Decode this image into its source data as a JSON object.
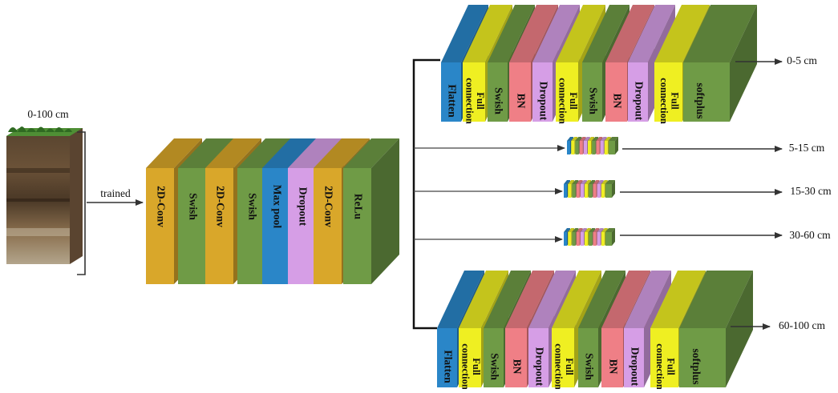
{
  "input": {
    "depth_label": "0-100 cm",
    "arrow_label": "trained",
    "image": "soil-profile-core"
  },
  "colors": {
    "conv": "#d9a72a",
    "swish": "#6f9b46",
    "maxpool": "#2a86c8",
    "dropout": "#d69ee6",
    "relu": "#6f9b46",
    "flatten": "#2a86c8",
    "full": "#efef22",
    "bn": "#ef7f86",
    "softplus": "#6f9b46"
  },
  "backbone": {
    "layers": [
      {
        "label": "2D-Conv",
        "color": "conv"
      },
      {
        "label": "Swish",
        "color": "swish"
      },
      {
        "label": "2D-Conv",
        "color": "conv"
      },
      {
        "label": "Swish",
        "color": "swish"
      },
      {
        "label": "Max pool",
        "color": "maxpool"
      },
      {
        "label": "Dropout",
        "color": "dropout"
      },
      {
        "label": "2D-Conv",
        "color": "conv"
      },
      {
        "label": "ReLu",
        "color": "relu"
      }
    ]
  },
  "heads": {
    "layers": [
      {
        "label": "Flatten",
        "color": "flatten"
      },
      {
        "label": "Full connection",
        "color": "full"
      },
      {
        "label": "Swish",
        "color": "swish"
      },
      {
        "label": "BN",
        "color": "bn"
      },
      {
        "label": "Dropout",
        "color": "dropout"
      },
      {
        "label": "Full connection",
        "color": "full"
      },
      {
        "label": "Swish",
        "color": "swish"
      },
      {
        "label": "BN",
        "color": "bn"
      },
      {
        "label": "Dropout",
        "color": "dropout"
      },
      {
        "label": "Full connection",
        "color": "full"
      },
      {
        "label": "softplus",
        "color": "softplus"
      }
    ],
    "outputs": [
      "0-5 cm",
      "5-15 cm",
      "15-30 cm",
      "30-60 cm",
      "60-100 cm"
    ]
  }
}
